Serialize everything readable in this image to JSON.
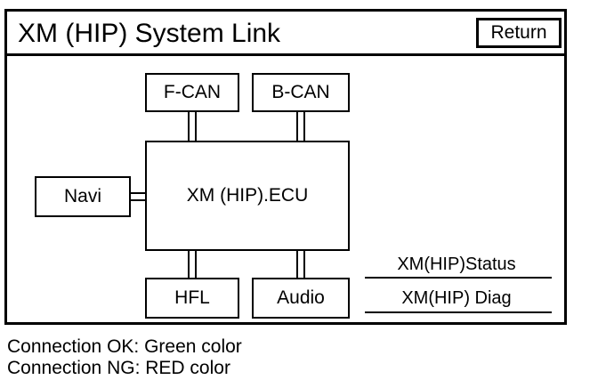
{
  "header": {
    "title": "XM (HIP) System Link",
    "return_label": "Return"
  },
  "diagram": {
    "ecu": "XM (HIP).ECU",
    "nodes": {
      "f_can": "F-CAN",
      "b_can": "B-CAN",
      "navi": "Navi",
      "hfl": "HFL",
      "audio": "Audio"
    }
  },
  "links": {
    "status": "XM(HIP)Status",
    "diag": "XM(HIP) Diag"
  },
  "legend": {
    "ok": "Connection OK: Green color",
    "ng": "Connection NG: RED color"
  }
}
